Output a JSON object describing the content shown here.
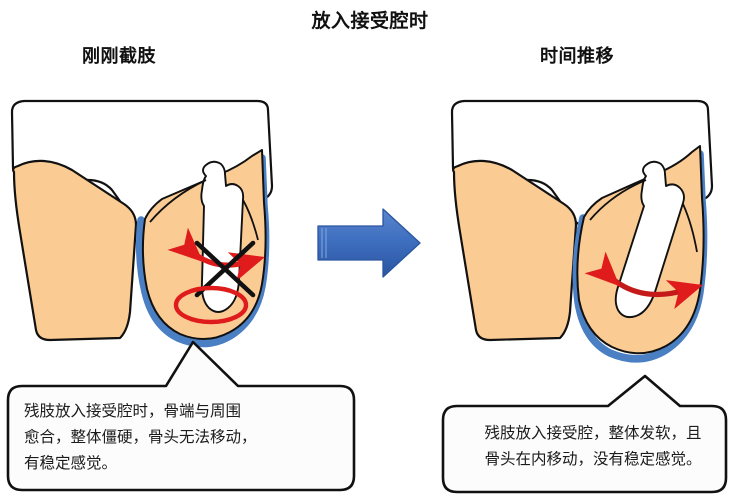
{
  "title": "放入接受腔时",
  "panels": [
    {
      "label": "刚刚截肢",
      "caption": "残肢放入接受腔时，骨端与周围\n愈合，整体僵硬，骨头无法移动，\n有稳定感觉。",
      "markers": {
        "cross": "black-x-mark",
        "arrow": "red-double-arrow",
        "ellipse": "red-ellipse-bone-end"
      }
    },
    {
      "label": "时间推移",
      "caption": "残肢放入接受腔，整体发软，且\n骨头在内移动，没有稳定感觉。",
      "markers": {
        "arrow": "red-curved-double-arrow"
      }
    }
  ],
  "transition": {
    "icon": "blue-right-arrow"
  },
  "colors": {
    "skin": "#FBCB94",
    "skin_stroke": "#111111",
    "socket_blue": "#4A7FC4",
    "socket_blue_dark": "#3366AE",
    "bone_white": "#FFFFFF",
    "marker_red": "#E01B1B",
    "marker_black": "#111111",
    "arrow_blue": "#3F6FC0",
    "arrow_blue_dark": "#2A55A0",
    "bubble_stroke": "#111111",
    "background": "#FFFFFF"
  }
}
